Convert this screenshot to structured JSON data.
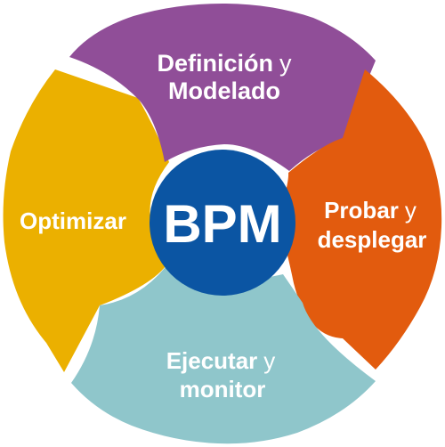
{
  "center": {
    "label": "BPM",
    "color": "#0b55a3"
  },
  "segments": [
    {
      "id": "define",
      "line1_bold": "Definición",
      "line1_light": "y",
      "line2": "Modelado",
      "color": "#904e98"
    },
    {
      "id": "deploy",
      "line1_bold": "Probar",
      "line1_light": "y",
      "line2": "desplegar",
      "color": "#e25b0e"
    },
    {
      "id": "execute",
      "line1_bold": "Ejecutar",
      "line1_light": "y",
      "line2": "monitor",
      "color": "#8fc6cb"
    },
    {
      "id": "optimize",
      "line1_bold": "Optimizar",
      "line1_light": "",
      "line2": "",
      "color": "#ebb000"
    }
  ]
}
